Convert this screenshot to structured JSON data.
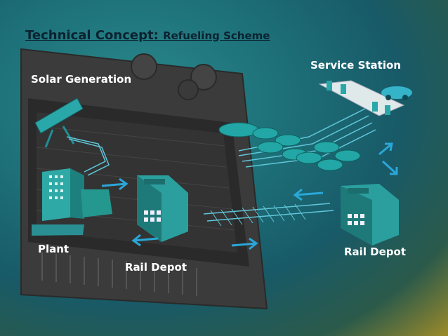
{
  "slide": {
    "title_prefix": "Technical Concept:",
    "title_suffix": "Refueling Scheme"
  },
  "labels": {
    "solar": "Solar Generation",
    "service": "Service Station",
    "plant": "Plant",
    "depot_center": "Rail Depot",
    "depot_right": "Rail Depot"
  },
  "colors": {
    "frame": "#3a3a3a",
    "inner": "#222",
    "teal": "#1fa3a8",
    "teal_light": "#6fd0d0",
    "arrow": "#2aa7d8"
  },
  "icons": [
    "solar-dish-icon",
    "plant-building-icon",
    "depot-building-icon",
    "fuel-pump-icon",
    "car-icon",
    "flow-arrow-icon"
  ]
}
